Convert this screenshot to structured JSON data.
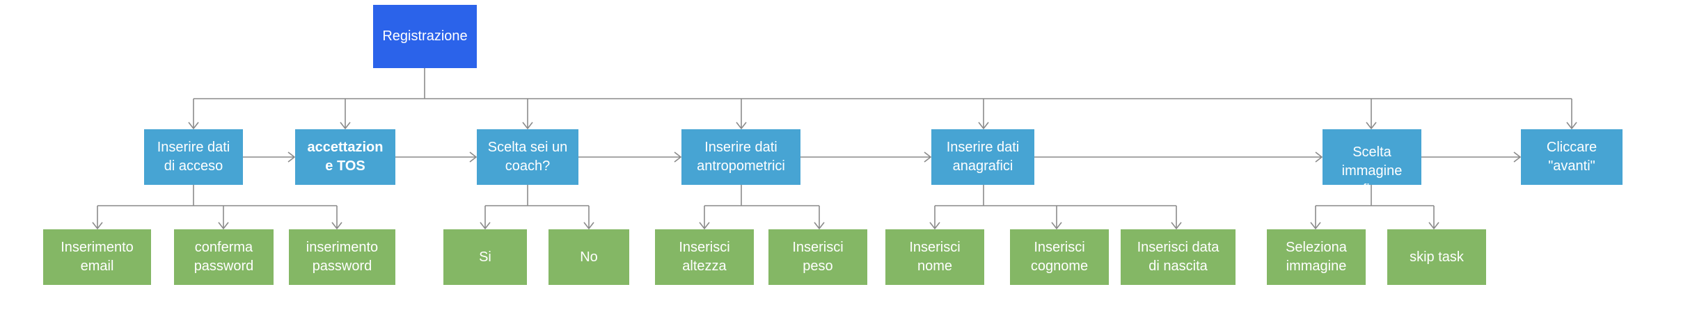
{
  "root": {
    "label": "Registrazione"
  },
  "steps": [
    {
      "id": "dati-accesso",
      "label": "Inserire dati\ndi acceso"
    },
    {
      "id": "tos",
      "label": "accettazion\ne TOS"
    },
    {
      "id": "coach",
      "label": "Scelta sei un\ncoach?"
    },
    {
      "id": "antropometrici",
      "label": "Inserire dati\nantropometrici"
    },
    {
      "id": "anagrafici",
      "label": "Inserire dati\nanagrafici"
    },
    {
      "id": "immagine",
      "label": "Scelta\nimmagine\nfi..."
    },
    {
      "id": "avanti",
      "label": "Cliccare\n\"avanti\""
    }
  ],
  "leaves": {
    "dati-accesso": [
      "Inserimento\nemail",
      "conferma\npassword",
      "inserimento\npassword"
    ],
    "coach": [
      "Si",
      "No"
    ],
    "antropometrici": [
      "Inserisci\naltezza",
      "Inserisci\npeso"
    ],
    "anagrafici": [
      "Inserisci\nnome",
      "Inserisci\ncognome",
      "Inserisci data\ndi nascita"
    ],
    "immagine": [
      "Seleziona\nimmagine",
      "skip task"
    ]
  },
  "colors": {
    "root": "#2b63ea",
    "step": "#47a4d3",
    "leaf": "#84b765",
    "connector": "#8a8a8a"
  }
}
